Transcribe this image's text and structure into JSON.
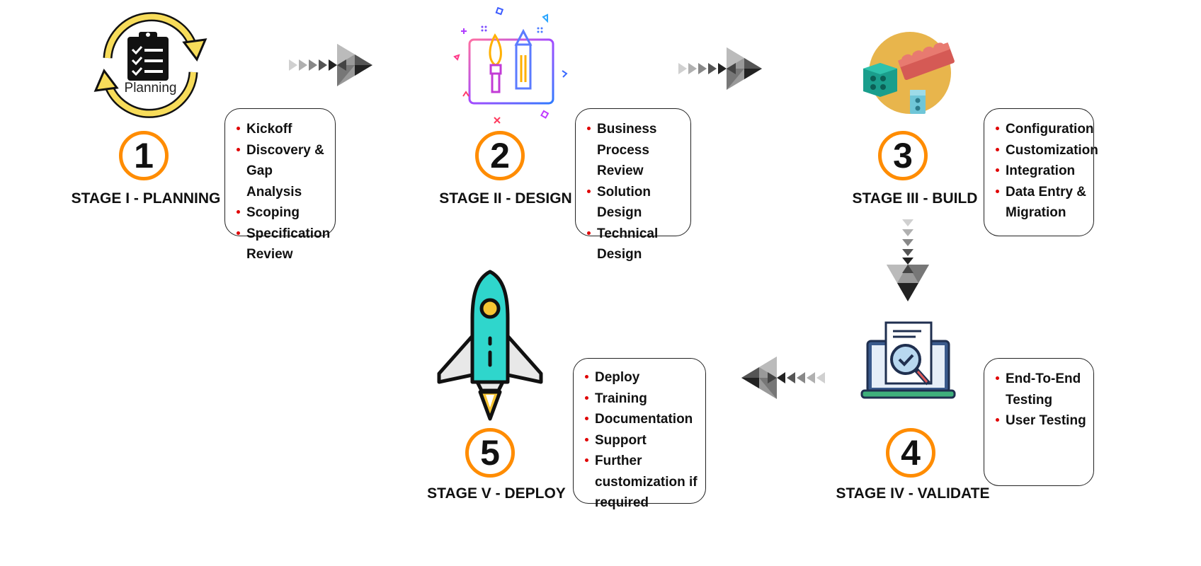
{
  "stages": [
    {
      "number": "1",
      "label": "STAGE I - PLANNING",
      "icon": "planning-cycle-icon",
      "icon_text": "Planning",
      "items": [
        "Kickoff",
        "Discovery & Gap Analysis",
        "Scoping",
        "Specification Review"
      ]
    },
    {
      "number": "2",
      "label": "STAGE II - DESIGN",
      "icon": "design-monitor-icon",
      "items": [
        "Business Process Review",
        "Solution Design",
        "Technical Design"
      ]
    },
    {
      "number": "3",
      "label": "STAGE III - BUILD",
      "icon": "building-blocks-icon",
      "items": [
        "Configuration",
        "Customization",
        "Integration",
        "Data Entry & Migration"
      ]
    },
    {
      "number": "4",
      "label": "STAGE IV - VALIDATE",
      "icon": "laptop-inspection-icon",
      "items": [
        "End-To-End Testing",
        "User Testing"
      ]
    },
    {
      "number": "5",
      "label": "STAGE V - DEPLOY",
      "icon": "rocket-icon",
      "items": [
        "Deploy",
        "Training",
        "Documentation",
        "Support",
        "Further customization if required"
      ]
    }
  ],
  "colors": {
    "accent": "#ff8c00",
    "bullet": "#e00000",
    "cycle_arrow": "#f7dc5a",
    "rocket_body": "#2fd6cc"
  }
}
